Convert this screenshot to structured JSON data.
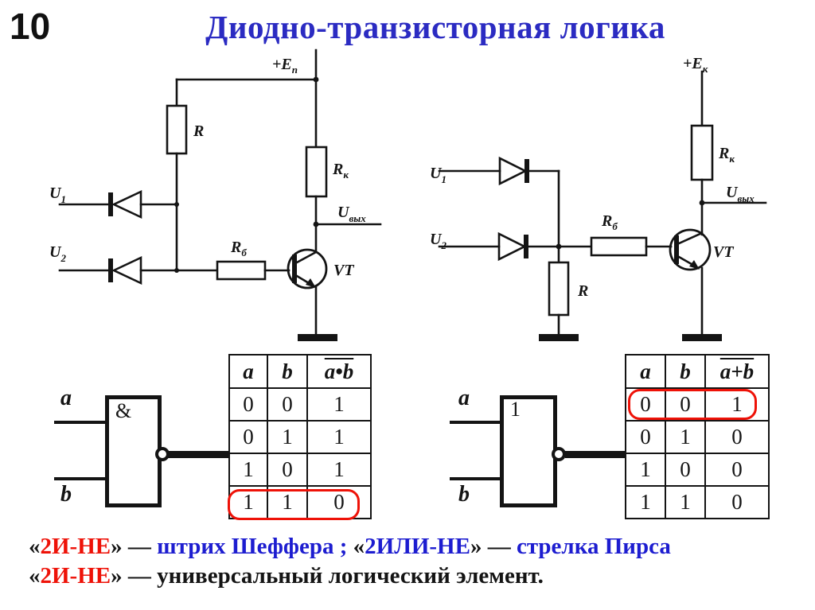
{
  "colors": {
    "title_blue": "#2b2bc2",
    "text_blue": "#1d1dd0",
    "accent_red": "#ee1208"
  },
  "page": {
    "number": "10",
    "title": "Диодно-транзисторная логика"
  },
  "circuit_left": {
    "supply": {
      "main": "+E",
      "sub": "п"
    },
    "r_top": "R",
    "r_collector": {
      "main": "R",
      "sub": "к"
    },
    "r_base": {
      "main": "R",
      "sub": "б"
    },
    "u1": {
      "main": "U",
      "sub": "1"
    },
    "u2": {
      "main": "U",
      "sub": "2"
    },
    "u_out": {
      "main": "U",
      "sub": "вых"
    },
    "vt": "VT"
  },
  "circuit_right": {
    "supply": {
      "main": "+E",
      "sub": "к"
    },
    "r_collector": {
      "main": "R",
      "sub": "к"
    },
    "r_base": {
      "main": "R",
      "sub": "б"
    },
    "r_input": "R",
    "u1": {
      "main": "U",
      "sub": "1"
    },
    "u2": {
      "main": "U",
      "sub": "2"
    },
    "u_out": {
      "main": "U",
      "sub": "вых"
    },
    "vt": "VT"
  },
  "gate_left": {
    "symbol": "&",
    "a": "a",
    "b": "b"
  },
  "gate_right": {
    "symbol": "1",
    "a": "a",
    "b": "b"
  },
  "table_left": {
    "headers": [
      "a",
      "b",
      "a•b"
    ],
    "rows": [
      [
        "0",
        "0",
        "1"
      ],
      [
        "0",
        "1",
        "1"
      ],
      [
        "1",
        "0",
        "1"
      ],
      [
        "1",
        "1",
        "0"
      ]
    ],
    "highlighted_row": 3
  },
  "table_right": {
    "headers": [
      "a",
      "b",
      "a+b"
    ],
    "rows": [
      [
        "0",
        "0",
        "1"
      ],
      [
        "0",
        "1",
        "0"
      ],
      [
        "1",
        "0",
        "0"
      ],
      [
        "1",
        "1",
        "0"
      ]
    ],
    "highlighted_row": 0
  },
  "footer": {
    "line1": [
      {
        "t": "«"
      },
      {
        "t": "2И-НЕ"
      },
      {
        "t": "» — "
      },
      {
        "t": "штрих Шеффера "
      },
      {
        "t": "; "
      },
      {
        "t": "«"
      },
      {
        "t": "2ИЛИ-НЕ"
      },
      {
        "t": "» — "
      },
      {
        "t": "стрелка Пирса"
      }
    ],
    "line2": [
      {
        "t": "«"
      },
      {
        "t": "2И-НЕ"
      },
      {
        "t": "» — "
      },
      {
        "t": "универсальный логический элемент."
      }
    ]
  }
}
